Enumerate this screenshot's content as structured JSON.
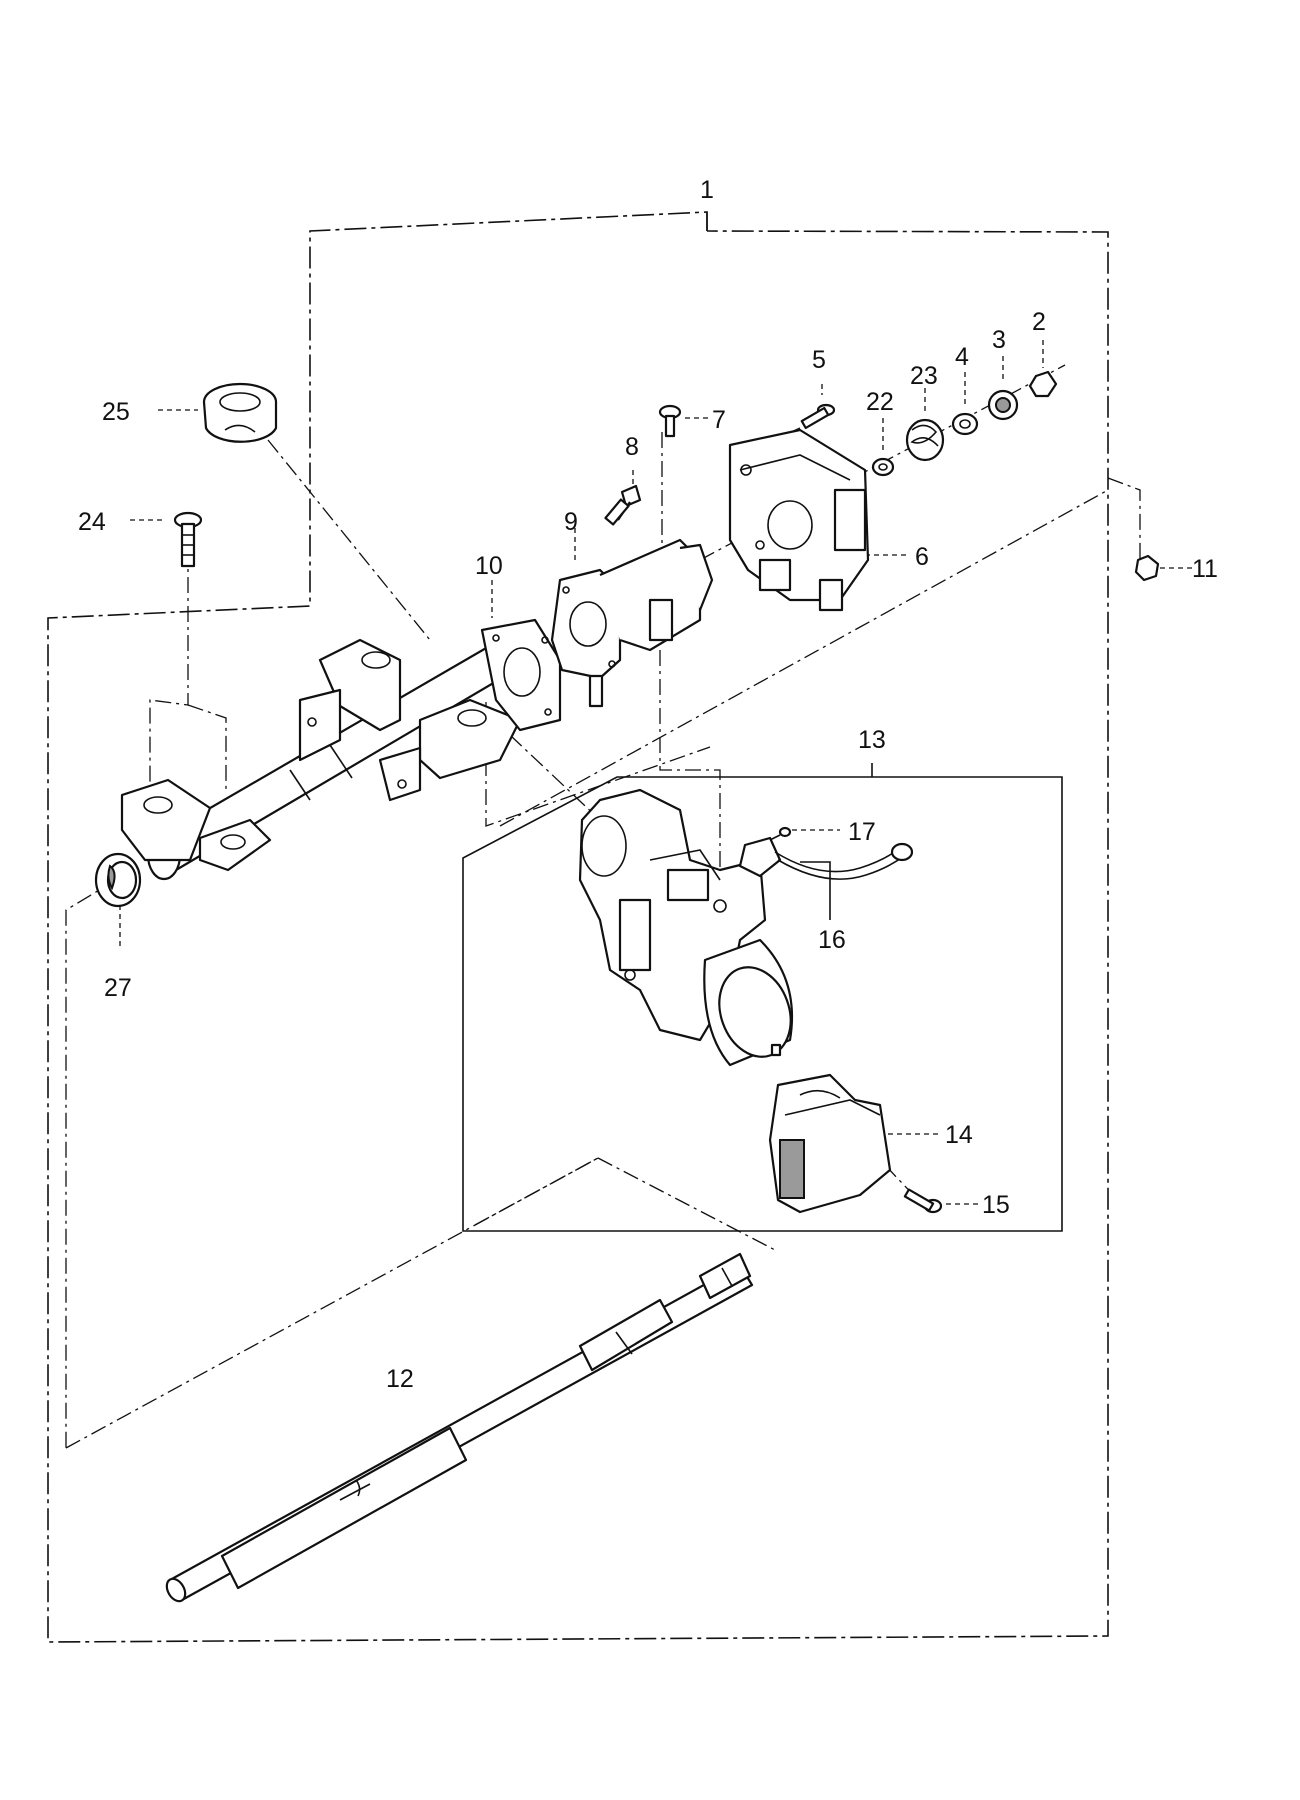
{
  "diagram": {
    "callouts": [
      {
        "id": "1",
        "label": "1"
      },
      {
        "id": "2",
        "label": "2"
      },
      {
        "id": "3",
        "label": "3"
      },
      {
        "id": "4",
        "label": "4"
      },
      {
        "id": "5",
        "label": "5"
      },
      {
        "id": "6",
        "label": "6"
      },
      {
        "id": "7",
        "label": "7"
      },
      {
        "id": "8",
        "label": "8"
      },
      {
        "id": "9",
        "label": "9"
      },
      {
        "id": "10",
        "label": "10"
      },
      {
        "id": "11",
        "label": "11"
      },
      {
        "id": "12",
        "label": "12"
      },
      {
        "id": "13",
        "label": "13"
      },
      {
        "id": "14",
        "label": "14"
      },
      {
        "id": "15",
        "label": "15"
      },
      {
        "id": "16",
        "label": "16"
      },
      {
        "id": "17",
        "label": "17"
      },
      {
        "id": "22",
        "label": "22"
      },
      {
        "id": "23",
        "label": "23"
      },
      {
        "id": "24",
        "label": "24"
      },
      {
        "id": "25",
        "label": "25"
      },
      {
        "id": "27",
        "label": "27"
      }
    ]
  }
}
